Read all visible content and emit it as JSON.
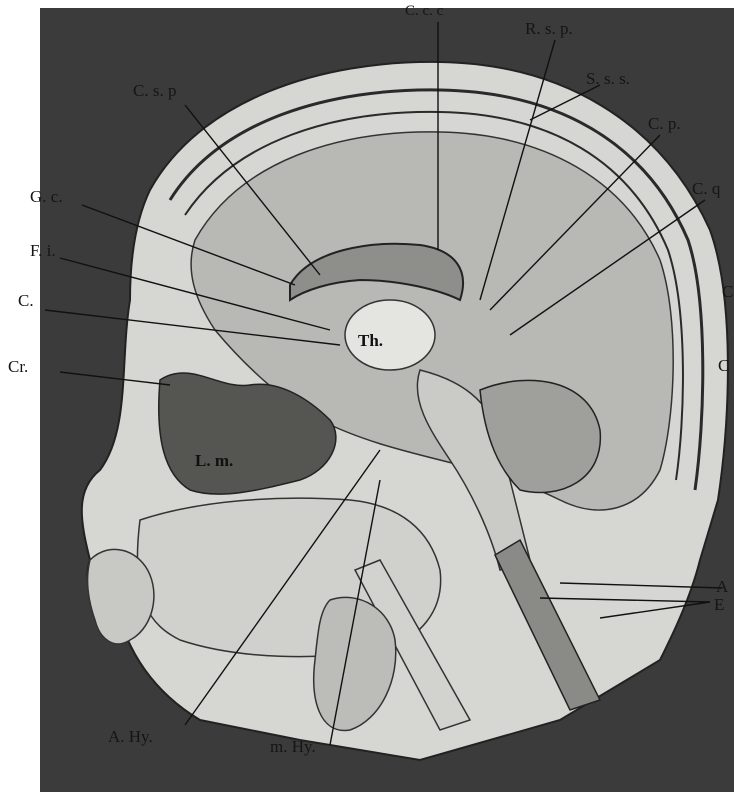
{
  "figure": {
    "description_icon": "sagittal-head-section-illustration",
    "colors": {
      "background": "#3a3a3a",
      "skull": "#d9d9d6",
      "brain": "#b9b9b6",
      "shadow": "#5a5a5a",
      "lines": "#1a1a1a"
    }
  },
  "labels": {
    "top_center": "C. c. c",
    "r_s_p": "R. s. p.",
    "c_s_p": "C. s. p",
    "s_s_s": "S. s. s.",
    "c_p": "C. p.",
    "g_c": "G. c.",
    "c_q": "C. q",
    "f_i": "F. i.",
    "c_left": "C.",
    "cr": "Cr.",
    "th": "Th.",
    "l_m": "L. m.",
    "right_c1": "C",
    "right_c2": "C",
    "a_right": "A",
    "e_right": "E",
    "a_hy": "A. Hy.",
    "m_hy": "m. Hy."
  }
}
